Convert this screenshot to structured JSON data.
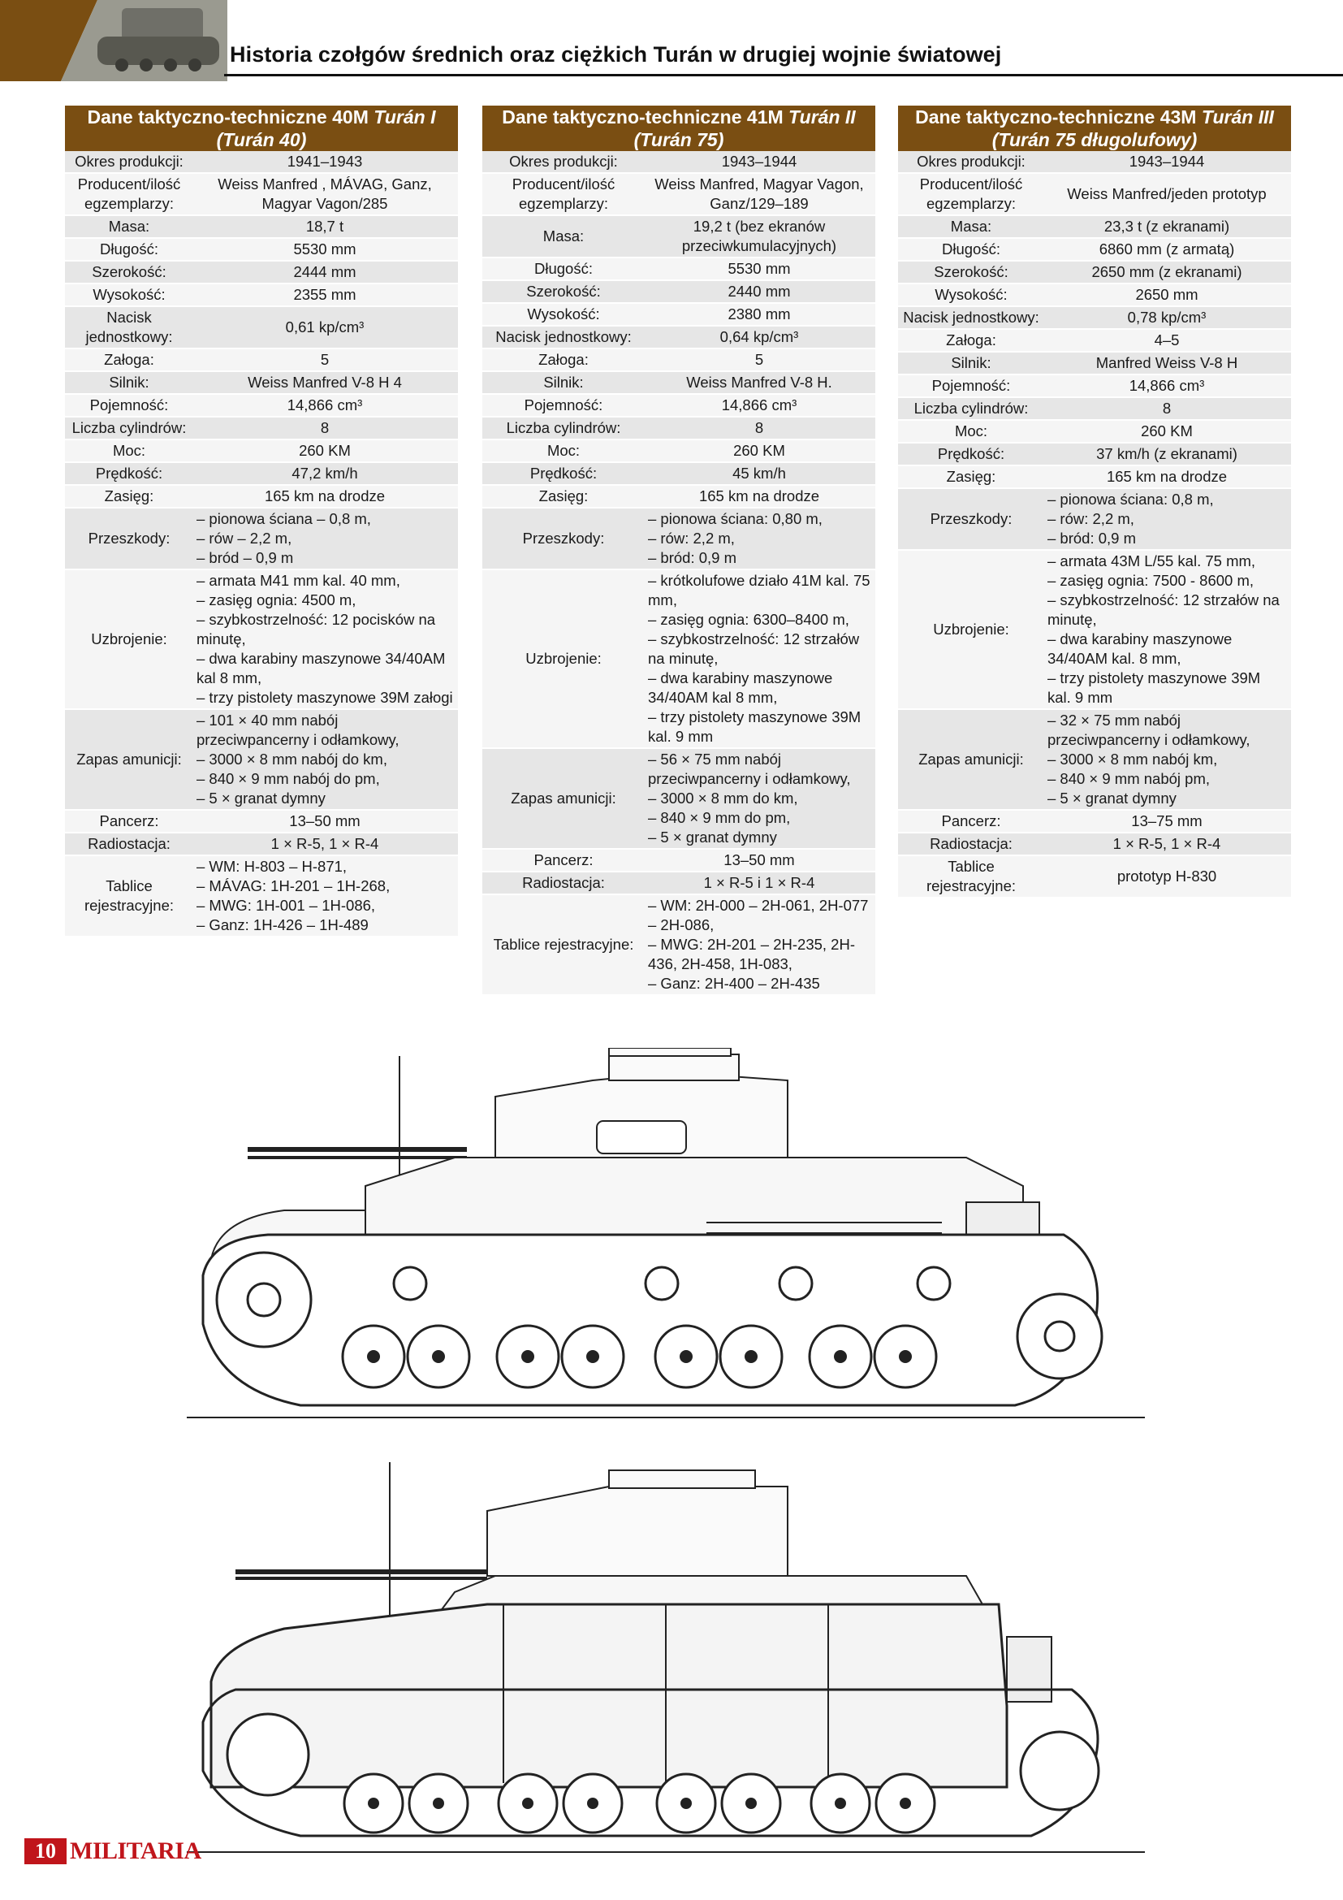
{
  "header": {
    "title": "Historia czołgów średnich oraz ciężkich Turán w drugiej wojnie światowej"
  },
  "tables": [
    {
      "title_prefix": "Dane taktyczno-techniczne 40M ",
      "title_italic": "Turán I (Turán 40)",
      "rows": [
        {
          "k": "Okres produkcji:",
          "v": "1941–1943"
        },
        {
          "k": "Producent/ilość egzemplarzy:",
          "v": "Weiss Manfred , MÁVAG, Ganz, Magyar Vagon/285"
        },
        {
          "k": "Masa:",
          "v": "18,7 t"
        },
        {
          "k": "Długość:",
          "v": "5530 mm"
        },
        {
          "k": "Szerokość:",
          "v": "2444 mm"
        },
        {
          "k": "Wysokość:",
          "v": "2355 mm"
        },
        {
          "k": "Nacisk jednostkowy:",
          "v": "0,61 kp/cm³"
        },
        {
          "k": "Załoga:",
          "v": "5"
        },
        {
          "k": "Silnik:",
          "v": "Weiss Manfred V-8 H 4"
        },
        {
          "k": "Pojemność:",
          "v": "14,866 cm³"
        },
        {
          "k": "Liczba cylindrów:",
          "v": "8"
        },
        {
          "k": "Moc:",
          "v": "260 KM"
        },
        {
          "k": "Prędkość:",
          "v": "47,2 km/h"
        },
        {
          "k": "Zasięg:",
          "v": "165 km na drodze"
        },
        {
          "k": "Przeszkody:",
          "v": "– pionowa ściana – 0,8 m,\n– rów – 2,2 m,\n– bród – 0,9 m"
        },
        {
          "k": "Uzbrojenie:",
          "v": "– armata M41 mm kal. 40 mm,\n– zasięg ognia: 4500 m,\n– szybkostrzelność: 12 pocisków na minutę,\n– dwa karabiny maszynowe 34/40AM kal 8 mm,\n– trzy pistolety maszynowe 39M załogi"
        },
        {
          "k": "Zapas amunicji:",
          "v": "– 101 × 40 mm nabój przeciwpancerny i odłamkowy,\n– 3000 × 8 mm nabój do km,\n– 840 × 9 mm nabój do pm,\n– 5 × granat dymny"
        },
        {
          "k": "Pancerz:",
          "v": "13–50 mm"
        },
        {
          "k": "Radiostacja:",
          "v": "1 × R-5, 1 × R-4"
        },
        {
          "k": "Tablice rejestracyjne:",
          "v": "– WM: H-803 – H-871,\n– MÁVAG: 1H-201 – 1H-268,\n– MWG: 1H-001 – 1H-086,\n– Ganz: 1H-426 – 1H-489"
        }
      ]
    },
    {
      "title_prefix": "Dane taktyczno-techniczne 41M ",
      "title_italic": "Turán II (Turán 75)",
      "rows": [
        {
          "k": "Okres produkcji:",
          "v": "1943–1944"
        },
        {
          "k": "Producent/ilość egzemplarzy:",
          "v": "Weiss Manfred, Magyar Vagon, Ganz/129–189"
        },
        {
          "k": "Masa:",
          "v": "19,2 t (bez ekranów przeciwkumulacyjnych)"
        },
        {
          "k": "Długość:",
          "v": "5530 mm"
        },
        {
          "k": "Szerokość:",
          "v": "2440 mm"
        },
        {
          "k": "Wysokość:",
          "v": "2380 mm"
        },
        {
          "k": "Nacisk jednostkowy:",
          "v": "0,64 kp/cm³"
        },
        {
          "k": "Załoga:",
          "v": "5"
        },
        {
          "k": "Silnik:",
          "v": "Weiss Manfred V-8 H."
        },
        {
          "k": "Pojemność:",
          "v": "14,866 cm³"
        },
        {
          "k": "Liczba cylindrów:",
          "v": "8"
        },
        {
          "k": "Moc:",
          "v": "260 KM"
        },
        {
          "k": "Prędkość:",
          "v": "45 km/h"
        },
        {
          "k": "Zasięg:",
          "v": "165 km na drodze"
        },
        {
          "k": "Przeszkody:",
          "v": "– pionowa ściana: 0,80 m,\n– rów: 2,2 m,\n– bród: 0,9 m"
        },
        {
          "k": "Uzbrojenie:",
          "v": "– krótkolufowe działo 41M kal. 75 mm,\n– zasięg ognia: 6300–8400 m,\n– szybkostrzelność: 12 strzałów na minutę,\n– dwa karabiny maszynowe 34/40AM kal 8 mm,\n– trzy pistolety maszynowe 39M kal. 9 mm"
        },
        {
          "k": "Zapas amunicji:",
          "v": "– 56 × 75 mm nabój przeciwpancerny i odłamkowy,\n– 3000 × 8 mm do km,\n– 840 × 9 mm do pm,\n– 5 × granat dymny"
        },
        {
          "k": "Pancerz:",
          "v": "13–50 mm"
        },
        {
          "k": "Radiostacja:",
          "v": "1 × R-5 i 1 × R-4"
        },
        {
          "k": "Tablice rejestracyjne:",
          "v": "– WM: 2H-000 – 2H-061, 2H-077 – 2H-086,\n– MWG: 2H-201 – 2H-235, 2H-436, 2H-458, 1H-083,\n– Ganz: 2H-400 – 2H-435"
        }
      ]
    },
    {
      "title_prefix": "Dane taktyczno-techniczne 43M ",
      "title_italic": "Turán III (Turán 75 długolufowy)",
      "rows": [
        {
          "k": "Okres produkcji:",
          "v": "1943–1944"
        },
        {
          "k": "Producent/ilość egzemplarzy:",
          "v": "Weiss Manfred/jeden prototyp"
        },
        {
          "k": "Masa:",
          "v": "23,3 t (z ekranami)"
        },
        {
          "k": "Długość:",
          "v": "6860 mm (z armatą)"
        },
        {
          "k": "Szerokość:",
          "v": "2650 mm (z ekranami)"
        },
        {
          "k": "Wysokość:",
          "v": "2650 mm"
        },
        {
          "k": "Nacisk jednostkowy:",
          "v": "0,78 kp/cm³"
        },
        {
          "k": "Załoga:",
          "v": "4–5"
        },
        {
          "k": "Silnik:",
          "v": "Manfred Weiss V-8 H"
        },
        {
          "k": "Pojemność:",
          "v": "14,866 cm³"
        },
        {
          "k": "Liczba cylindrów:",
          "v": "8"
        },
        {
          "k": "Moc:",
          "v": "260 KM"
        },
        {
          "k": "Prędkość:",
          "v": "37 km/h (z ekranami)"
        },
        {
          "k": "Zasięg:",
          "v": "165 km na drodze"
        },
        {
          "k": "Przeszkody:",
          "v": "– pionowa ściana: 0,8 m,\n– rów: 2,2 m,\n– bród: 0,9 m"
        },
        {
          "k": "Uzbrojenie:",
          "v": "– armata 43M L/55 kal. 75 mm,\n– zasięg ognia: 7500 - 8600 m,\n– szybkostrzelność: 12 strzałów na minutę,\n– dwa karabiny maszynowe 34/40AM kal. 8 mm,\n– trzy pistolety maszynowe 39M kal. 9 mm"
        },
        {
          "k": "Zapas amunicji:",
          "v": "– 32 × 75 mm nabój przeciwpancerny i odłamkowy,\n– 3000 × 8 mm nabój km,\n– 840 × 9 mm nabój pm,\n– 5 × granat dymny"
        },
        {
          "k": "Pancerz:",
          "v": "13–75 mm"
        },
        {
          "k": "Radiostacja:",
          "v": "1 × R-5, 1 × R-4"
        },
        {
          "k": "Tablice rejestracyjne:",
          "v": "prototyp H-830"
        }
      ]
    }
  ],
  "footer": {
    "page_number": "10",
    "magazine": "MILITARIA"
  },
  "colors": {
    "title_bar": "#7a4e12",
    "accent_red": "#c0151b"
  }
}
